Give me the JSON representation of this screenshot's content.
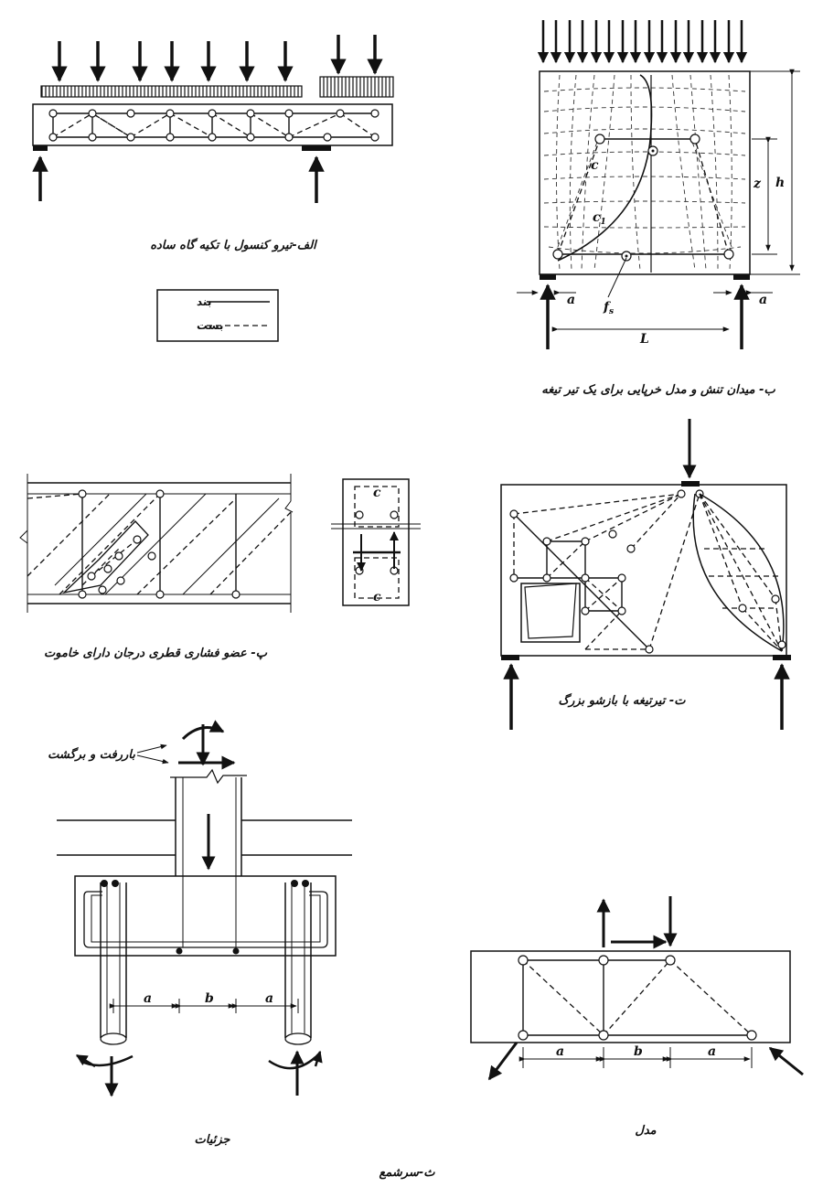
{
  "captions": {
    "alef": "الف-تیرو کنسول با تکیه گاه ساده",
    "be": "ب- میدان تنش و مدل خرپایی برای یک تیر تیغه",
    "pe": "پ- عضو فشاری قطری درجان دارای خاموت",
    "te": "ت- تیرتیغه با بازشو بزرگ",
    "se": "ث-سرشمع",
    "details": "جزئیات",
    "model": "مدل"
  },
  "legend": {
    "tie": "بند",
    "strut": "بست"
  },
  "labels": {
    "reversed_load": "باررفت و برگشت",
    "a": "a",
    "b": "b",
    "z": "z",
    "h": "h",
    "L": "L",
    "fs": "f",
    "fs_sub": "s",
    "c": "c",
    "c1": "c",
    "c1_sub": "1"
  }
}
